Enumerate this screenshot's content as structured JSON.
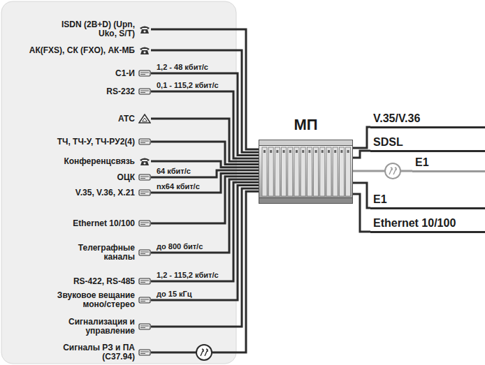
{
  "diagram": {
    "nodes": [
      {
        "text": [
          "ISDN (2B+D) (Upn, Uko, S/T)"
        ]
      },
      {
        "text": [
          "АК(FXS), СК (FXO), АК-МБ"
        ]
      },
      {
        "text": [
          "С1-И"
        ]
      },
      {
        "text": [
          "RS-232"
        ]
      },
      {
        "text": [
          "АТС"
        ]
      },
      {
        "text": [
          "ТЧ, ТЧ-У, ТЧ-РУ2(4)"
        ]
      },
      {
        "text": [
          "Конференцсвязь"
        ]
      },
      {
        "text": [
          "ОЦК"
        ]
      },
      {
        "text": [
          "V.35, V.36, X.21"
        ]
      },
      {
        "text": [
          "Ethernet 10/100"
        ]
      },
      {
        "text": [
          "Телеграфные каналы"
        ]
      },
      {
        "text": [
          "RS-422, RS-485"
        ]
      },
      {
        "text": [
          "Звуковое вещание моно/стерео"
        ]
      },
      {
        "text": [
          "Сигнализация и управление"
        ]
      },
      {
        "text": [
          "Сигналы РЗ и ПА (С37.94)"
        ]
      },
      {
        "text": [
          "МП"
        ]
      },
      {
        "text": [
          "V.35/V.36"
        ]
      },
      {
        "text": [
          "SDSL"
        ]
      },
      {
        "text": [
          "E1"
        ]
      },
      {
        "text": [
          "E1"
        ]
      },
      {
        "text": [
          "Ethernet 10/100"
        ]
      }
    ],
    "edges": [
      {
        "from": 0,
        "to": 15,
        "arrow": "none"
      },
      {
        "from": 1,
        "to": 15,
        "arrow": "none"
      },
      {
        "from": 2,
        "to": 15,
        "arrow": "none",
        "label": "1,2 - 48 кбит/с"
      },
      {
        "from": 3,
        "to": 15,
        "arrow": "none",
        "label": "0,1 - 115,2 кбит/с"
      },
      {
        "from": 4,
        "to": 15,
        "arrow": "none"
      },
      {
        "from": 5,
        "to": 15,
        "arrow": "none"
      },
      {
        "from": 6,
        "to": 15,
        "arrow": "none"
      },
      {
        "from": 7,
        "to": 15,
        "arrow": "none",
        "label": "64 кбит/с"
      },
      {
        "from": 8,
        "to": 15,
        "arrow": "none",
        "label": "nx64 кбит/с"
      },
      {
        "from": 9,
        "to": 15,
        "arrow": "none"
      },
      {
        "from": 10,
        "to": 15,
        "arrow": "none",
        "label": "до 800 бит/с"
      },
      {
        "from": 11,
        "to": 15,
        "arrow": "none",
        "label": "1,2 - 115,2 кбит/с"
      },
      {
        "from": 12,
        "to": 15,
        "arrow": "none",
        "label": "до 15  кГц"
      },
      {
        "from": 13,
        "to": 15,
        "arrow": "none"
      },
      {
        "from": 14,
        "to": 15,
        "arrow": "none"
      },
      {
        "from": 15,
        "to": 16,
        "arrow": "none"
      },
      {
        "from": 15,
        "to": 17,
        "arrow": "none"
      },
      {
        "from": 15,
        "to": 18,
        "arrow": "none"
      },
      {
        "from": 15,
        "to": 19,
        "arrow": "none"
      },
      {
        "from": 15,
        "to": 20,
        "arrow": "none"
      }
    ]
  }
}
